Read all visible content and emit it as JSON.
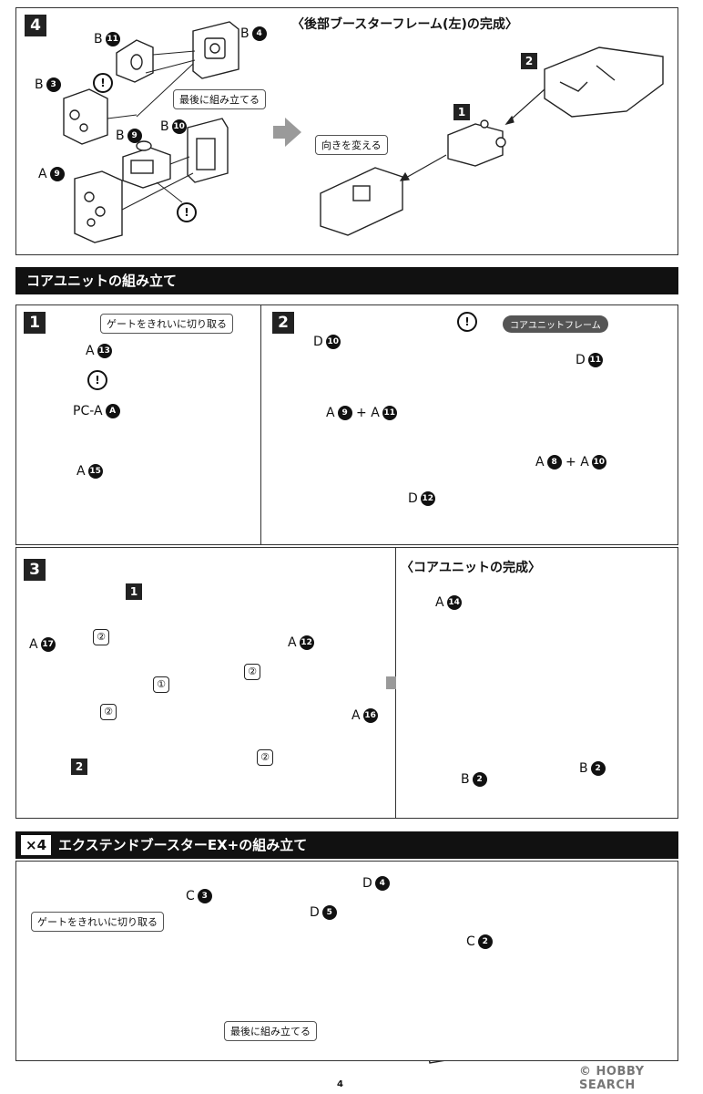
{
  "page_number": "4",
  "watermark": {
    "logo_text": "HOBBY SEARCH",
    "copyright": "©"
  },
  "section4": {
    "step": "4",
    "note_last": "最後に組み立てる",
    "labels": {
      "b11": "B",
      "b4": "B",
      "b3": "B",
      "b9": "B",
      "b10": "B",
      "a9": "A"
    },
    "nums": {
      "b11": "11",
      "b4": "4",
      "b3": "3",
      "b9": "9",
      "b10": "10",
      "a9": "9"
    },
    "warn": "!",
    "complete_title": "〈後部ブースターフレーム(左)の完成〉",
    "sub1": "1",
    "sub2": "2",
    "note_turn": "向きを変える"
  },
  "core": {
    "header": "コアユニットの組み立て",
    "panel1": {
      "step": "1",
      "note_gate": "ゲートをきれいに切り取る",
      "labels": {
        "a13": "A",
        "pca": "PC-A",
        "a15": "A"
      },
      "nums": {
        "a13": "13",
        "pca": "A",
        "a15": "15"
      }
    },
    "panel2": {
      "step": "2",
      "pill": "コアユニットフレーム",
      "labels": {
        "d10": "D",
        "d11": "D",
        "a9a11": "A",
        "plus1": "+ A",
        "d12": "D",
        "a8a10": "A",
        "plus2": "+ A"
      },
      "nums": {
        "d10": "10",
        "d11": "11",
        "a9": "9",
        "a11": "11",
        "d12": "12",
        "a8": "8",
        "a10": "10"
      }
    },
    "panel3": {
      "step": "3",
      "sub1": "1",
      "sub2": "2",
      "circ1": "①",
      "circ2": "②",
      "labels": {
        "a17": "A",
        "a12": "A",
        "a16": "A"
      },
      "nums": {
        "a17": "17",
        "a12": "12",
        "a16": "16"
      },
      "complete_title": "〈コアユニットの完成〉",
      "clabels": {
        "a14": "A",
        "b2a": "B",
        "b2b": "B"
      },
      "cnums": {
        "a14": "14",
        "b2a": "2",
        "b2b": "2"
      }
    }
  },
  "booster": {
    "header_badge": "×4",
    "header": "エクステンドブースターEX+の組み立て",
    "note_gate": "ゲートをきれいに切り取る",
    "note_last": "最後に組み立てる",
    "labels": {
      "c3": "C",
      "d4": "D",
      "d5": "D",
      "c2": "C"
    },
    "nums": {
      "c3": "3",
      "d4": "4",
      "d5": "5",
      "c2": "2"
    }
  }
}
